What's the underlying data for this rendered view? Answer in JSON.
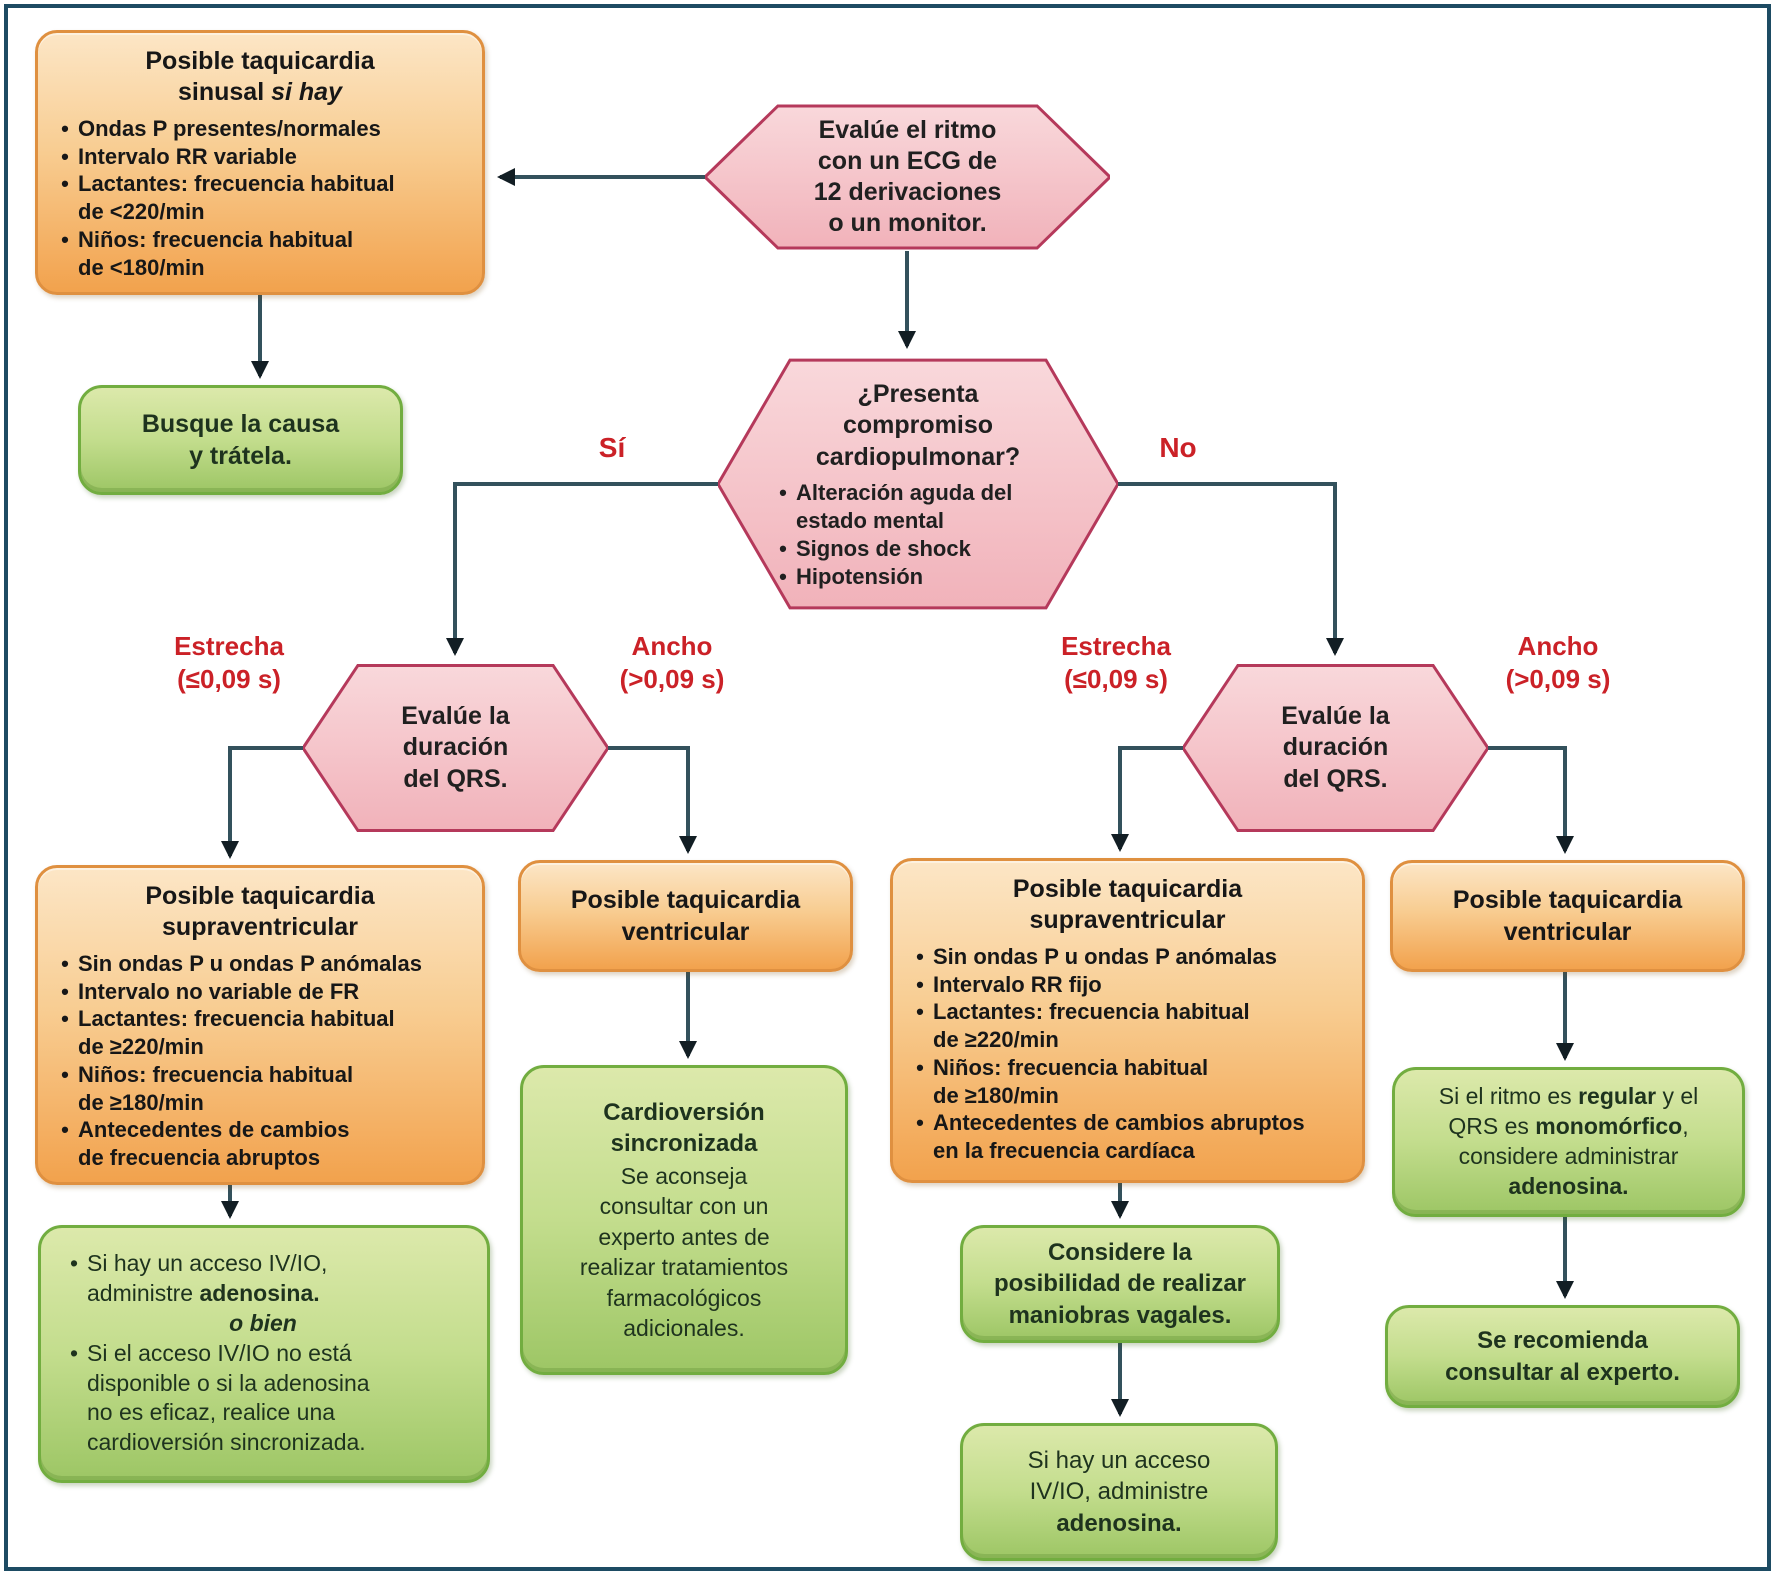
{
  "palette": {
    "frame_border": "#1d4b63",
    "orange_fill_top": "#fce6c6",
    "orange_fill_bottom": "#f2a24d",
    "orange_border": "#df9040",
    "green_fill_top": "#dce9ab",
    "green_fill_bottom": "#9dc665",
    "green_border": "#72ad40",
    "pink_fill_top": "#f9d8db",
    "pink_fill_bottom": "#f1b2ba",
    "pink_border": "#b5395b",
    "branch_label_red": "#cb2127",
    "connector_line": "#33515c",
    "arrowhead": "#121e24"
  },
  "branch_labels": {
    "yes": "Sí",
    "no": "No",
    "narrow": "Estrecha",
    "narrow_range": "(≤0,09 s)",
    "wide": "Ancho",
    "wide_range": "(>0,09 s)"
  },
  "nodes": {
    "evaluate_rhythm": {
      "text": [
        "Evalúe el ritmo",
        {
          "br": true
        },
        "con un ECG de",
        {
          "br": true
        },
        "12 derivaciones",
        {
          "br": true
        },
        "o un monitor."
      ]
    },
    "sinus": {
      "title": [
        "Posible taquicardia",
        {
          "br": true
        },
        "sinusal ",
        {
          "bi": "si hay"
        }
      ],
      "bullets": [
        "Ondas P presentes/normales",
        "Intervalo RR variable",
        [
          "Lactantes: frecuencia habitual",
          {
            "br": true
          },
          "de <220/min"
        ],
        [
          "Niños: frecuencia habitual",
          {
            "br": true
          },
          "de <180/min"
        ]
      ]
    },
    "seek_cause": {
      "text": [
        "Busque la causa",
        {
          "br": true
        },
        "y trátela."
      ]
    },
    "compromise": {
      "title": [
        "¿Presenta",
        {
          "br": true
        },
        "compromiso",
        {
          "br": true
        },
        "cardiopulmonar?"
      ],
      "bullets": [
        [
          "Alteración aguda del",
          {
            "br": true
          },
          "estado mental"
        ],
        "Signos de shock",
        "Hipotensión"
      ]
    },
    "qrs": {
      "text": [
        "Evalúe la",
        {
          "br": true
        },
        "duración",
        {
          "br": true
        },
        "del QRS."
      ]
    },
    "svt_left": {
      "title": [
        "Posible taquicardia",
        {
          "br": true
        },
        "supraventricular"
      ],
      "bullets": [
        "Sin ondas P u ondas P anómalas",
        "Intervalo no variable de FR",
        [
          "Lactantes: frecuencia habitual",
          {
            "br": true
          },
          "de ≥220/min"
        ],
        [
          "Niños: frecuencia habitual",
          {
            "br": true
          },
          "de ≥180/min"
        ],
        [
          "Antecedentes de cambios",
          {
            "br": true
          },
          "de frecuencia abruptos"
        ]
      ]
    },
    "vt": {
      "title": [
        "Posible taquicardia",
        {
          "br": true
        },
        "ventricular"
      ]
    },
    "svt_right": {
      "title": [
        "Posible taquicardia",
        {
          "br": true
        },
        "supraventricular"
      ],
      "bullets": [
        "Sin ondas P u ondas P anómalas",
        "Intervalo RR fijo",
        [
          "Lactantes: frecuencia habitual",
          {
            "br": true
          },
          "de ≥220/min"
        ],
        [
          "Niños: frecuencia habitual",
          {
            "br": true
          },
          "de ≥180/min"
        ],
        [
          "Antecedentes de cambios abruptos",
          {
            "br": true
          },
          "en la frecuencia cardíaca"
        ]
      ]
    },
    "adenosine_left": {
      "bullet1": [
        "Si hay un acceso IV/IO,",
        {
          "br": true
        },
        "administre ",
        {
          "b": "adenosina."
        }
      ],
      "middle": "o bien",
      "bullet2": [
        "Si el acceso IV/IO no está",
        {
          "br": true
        },
        "disponible o si la adenosina",
        {
          "br": true
        },
        "no es eficaz, realice una",
        {
          "br": true
        },
        "cardioversión sincronizada."
      ]
    },
    "cardioversion": {
      "title": [
        "Cardioversión",
        {
          "br": true
        },
        "sincronizada"
      ],
      "body": [
        "Se aconseja",
        {
          "br": true
        },
        "consultar con un",
        {
          "br": true
        },
        "experto antes de",
        {
          "br": true
        },
        "realizar tratamientos",
        {
          "br": true
        },
        "farmacológicos",
        {
          "br": true
        },
        "adicionales."
      ]
    },
    "vagal": {
      "text": [
        "Considere la",
        {
          "br": true
        },
        "posibilidad de realizar",
        {
          "br": true
        },
        "maniobras vagales."
      ]
    },
    "adenosine_simple": {
      "text": [
        "Si hay un acceso",
        {
          "br": true
        },
        "IV/IO, administre",
        {
          "br": true
        },
        {
          "b": "adenosina."
        }
      ]
    },
    "regular_mono": {
      "text": [
        "Si el ritmo es ",
        {
          "b": "regular"
        },
        " y el",
        {
          "br": true
        },
        "QRS es ",
        {
          "b": "monomórfico"
        },
        ",",
        {
          "br": true
        },
        "considere administrar",
        {
          "br": true
        },
        {
          "b": "adenosina."
        }
      ]
    },
    "expert": {
      "text": [
        "Se recomienda",
        {
          "br": true
        },
        "consultar al experto."
      ]
    }
  }
}
